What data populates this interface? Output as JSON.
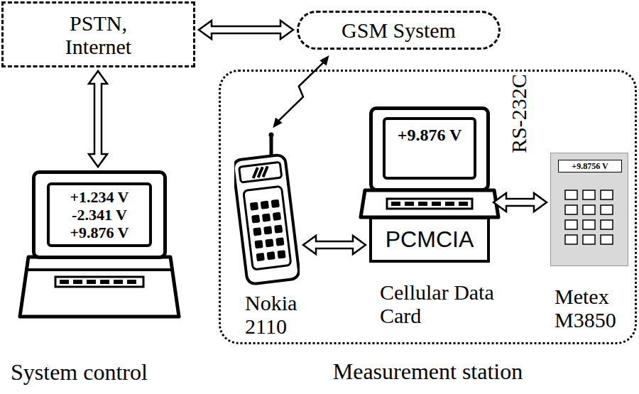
{
  "diagram": {
    "nodes": [
      {
        "text": [
          "PSTN, Internet"
        ]
      },
      {
        "text": [
          "GSM System"
        ]
      },
      {
        "text": [
          "+1.234 V",
          "-2.341 V",
          "+9.876 V"
        ]
      },
      {
        "text": [
          "Measurement station"
        ]
      },
      {
        "text": [
          "Nokia 2110"
        ],
        "in": 3
      },
      {
        "text": [
          "+9.876 V"
        ],
        "in": 3
      },
      {
        "text": [
          "PCMCIA",
          "Cellular Data Card"
        ],
        "in": 3
      },
      {
        "text": [
          "+9.8756 V",
          "Metex M3850"
        ],
        "in": 3
      }
    ],
    "edges": [
      {
        "from": 0,
        "to": 1,
        "arrow": "both"
      },
      {
        "from": 0,
        "to": 2,
        "arrow": "both"
      },
      {
        "from": 1,
        "to": 4,
        "arrow": "both"
      },
      {
        "from": 4,
        "to": 6,
        "arrow": "both"
      },
      {
        "from": 5,
        "to": 7,
        "arrow": "both",
        "label": "RS-232C"
      }
    ],
    "labels": [
      "System control"
    ]
  }
}
